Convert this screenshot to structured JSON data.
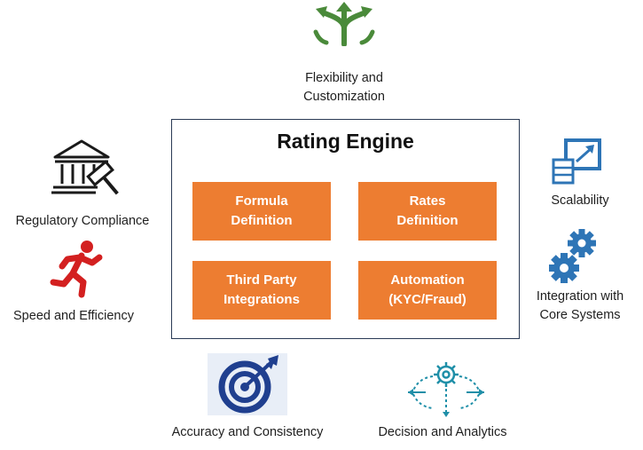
{
  "engine": {
    "title": "Rating Engine",
    "modules": [
      {
        "line1": "Formula",
        "line2": "Definition"
      },
      {
        "line1": "Rates",
        "line2": "Definition"
      },
      {
        "line1": "Third Party",
        "line2": "Integrations"
      },
      {
        "line1": "Automation",
        "line2": "(KYC/Fraud)"
      }
    ]
  },
  "features": {
    "flexibility": {
      "line1": "Flexibility and",
      "line2": "Customization",
      "icon": "split-arrows-icon"
    },
    "regulatory": {
      "label": "Regulatory Compliance",
      "icon": "courthouse-gavel-icon"
    },
    "speed": {
      "label": "Speed and Efficiency",
      "icon": "running-person-icon"
    },
    "scalability": {
      "label": "Scalability",
      "icon": "scale-expand-icon"
    },
    "integration": {
      "line1": "Integration with",
      "line2": "Core Systems",
      "icon": "gears-icon"
    },
    "accuracy": {
      "label": "Accuracy and Consistency",
      "icon": "target-arrow-icon"
    },
    "decision": {
      "label": "Decision and Analytics",
      "icon": "decision-gear-icon"
    }
  },
  "colors": {
    "module_fill": "#ed7d31",
    "flex_icon": "#4a8a3a",
    "run_icon": "#d32020",
    "blue_icon": "#2e75b6",
    "target_icon": "#1f3f8f",
    "teal_icon": "#1f8fa8"
  }
}
